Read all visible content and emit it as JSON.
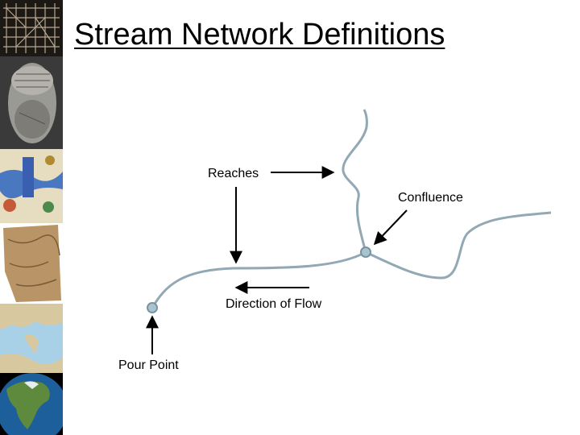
{
  "title": "Stream Network Definitions",
  "labels": {
    "reaches": "Reaches",
    "confluence": "Confluence",
    "direction_of_flow": "Direction of Flow",
    "pour_point": "Pour Point"
  },
  "colors": {
    "stream": "#92a8b4",
    "node_fill": "#a9c3cf",
    "arrow": "#000000"
  }
}
